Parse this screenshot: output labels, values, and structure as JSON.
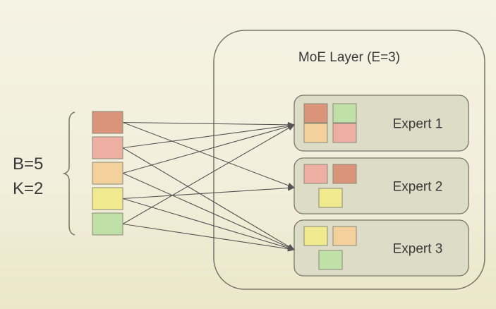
{
  "layer": {
    "title": "MoE Layer (E=3)"
  },
  "params": {
    "batch_label": "B=5",
    "k_label": "K=2"
  },
  "colors": {
    "background": "#f3f1e0",
    "stroke": "#777768",
    "expert_fill": "#dddcc6",
    "line": "#555555"
  },
  "tokens": [
    {
      "name": "token-1",
      "color": "#d9947a"
    },
    {
      "name": "token-2",
      "color": "#eeafa3"
    },
    {
      "name": "token-3",
      "color": "#f4d09c"
    },
    {
      "name": "token-4",
      "color": "#f1e98e"
    },
    {
      "name": "token-5",
      "color": "#bfe0a6"
    }
  ],
  "experts": [
    {
      "label": "Expert 1",
      "token_indices": [
        0,
        4,
        2,
        1
      ]
    },
    {
      "label": "Expert 2",
      "token_indices": [
        1,
        0,
        3
      ]
    },
    {
      "label": "Expert 3",
      "token_indices": [
        3,
        2,
        4
      ]
    }
  ],
  "routing": [
    [
      0,
      0
    ],
    [
      0,
      1
    ],
    [
      1,
      0
    ],
    [
      1,
      2
    ],
    [
      2,
      0
    ],
    [
      2,
      2
    ],
    [
      3,
      1
    ],
    [
      3,
      2
    ],
    [
      4,
      0
    ],
    [
      4,
      2
    ]
  ]
}
